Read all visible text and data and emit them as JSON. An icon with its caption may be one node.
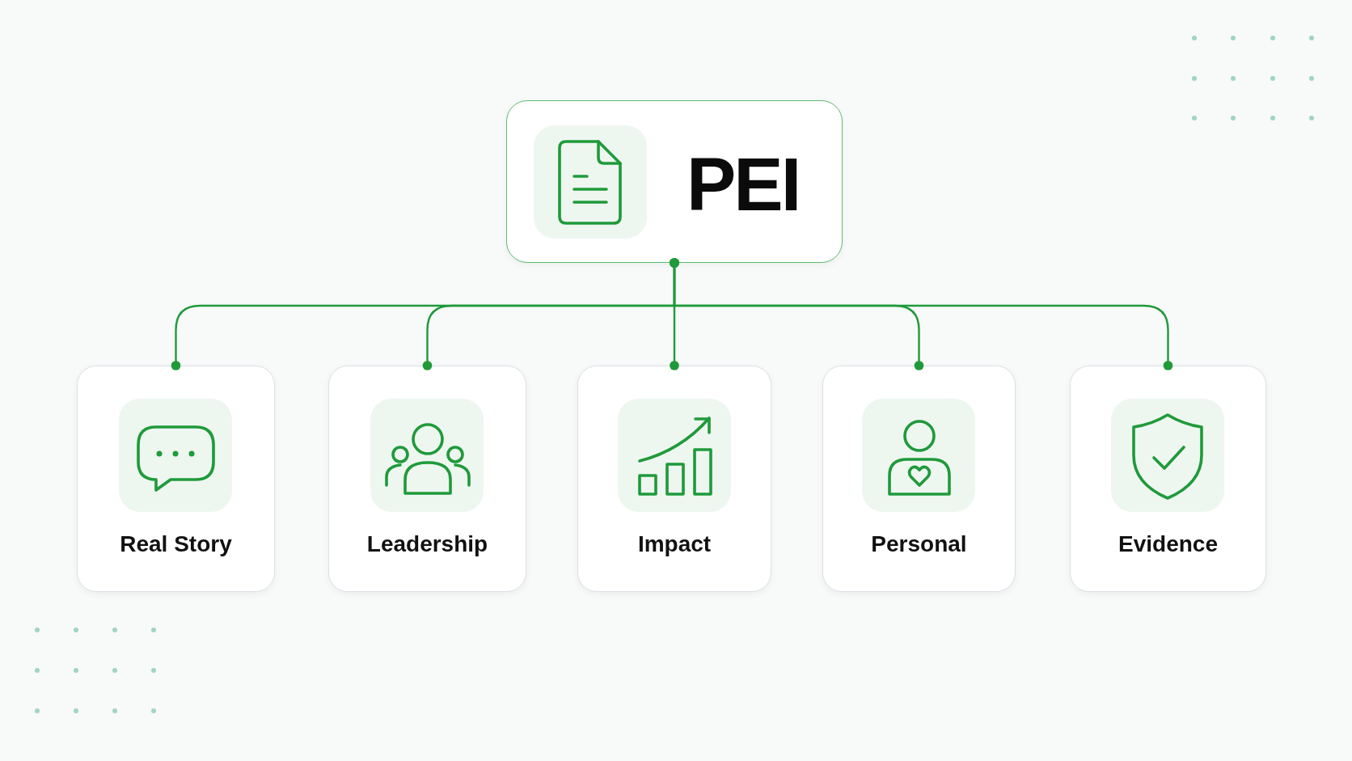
{
  "diagram": {
    "nodes": [
      {
        "text": [
          "PEI"
        ]
      },
      {
        "text": [
          "Real Story"
        ]
      },
      {
        "text": [
          "Leadership"
        ]
      },
      {
        "text": [
          "Impact"
        ]
      },
      {
        "text": [
          "Personal"
        ]
      },
      {
        "text": [
          "Evidence"
        ]
      }
    ],
    "edges": [
      {
        "from": 0,
        "to": 1,
        "arrow": "other"
      },
      {
        "from": 0,
        "to": 2,
        "arrow": "other"
      },
      {
        "from": 0,
        "to": 3,
        "arrow": "other"
      },
      {
        "from": 0,
        "to": 4,
        "arrow": "other"
      },
      {
        "from": 0,
        "to": 5,
        "arrow": "other"
      }
    ]
  }
}
